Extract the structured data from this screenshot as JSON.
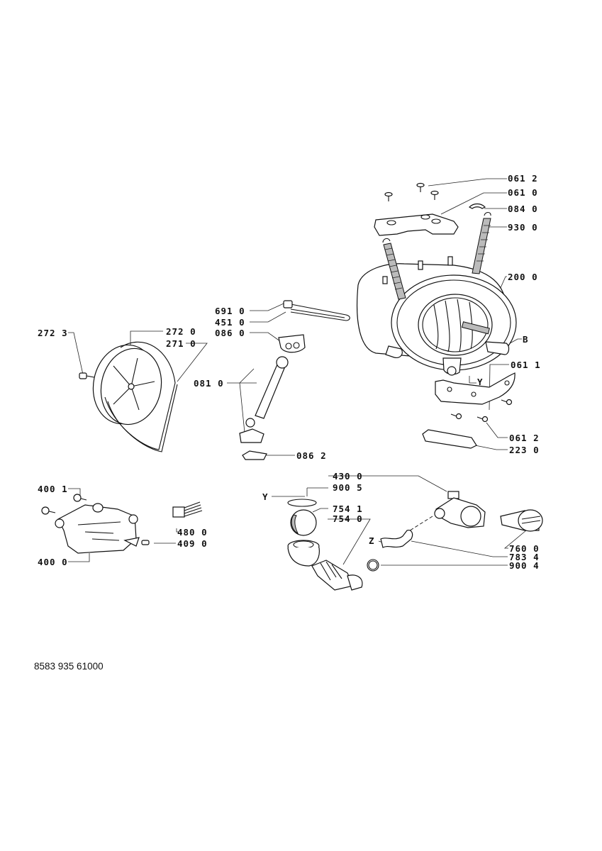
{
  "document": {
    "id": "8583 935 61000"
  },
  "labels": {
    "l0612a": "061 2",
    "l0610": "061 0",
    "l0840": "084 0",
    "l9300": "930 0",
    "l2000": "200 0",
    "lB": "B",
    "l0611": "061 1",
    "lY1": "Y",
    "l0612b": "061 2",
    "l2230": "223 0",
    "l6910": "691 0",
    "l4510": "451 0",
    "l0860": "086 0",
    "l2723": "272 3",
    "l2720": "272 0",
    "l2710": "271 0",
    "l0810": "081 0",
    "l0862": "086 2",
    "l4001": "400 1",
    "l4800": "480 0",
    "l4090": "409 0",
    "l4000": "400 0",
    "l4300": "430 0",
    "l9005": "900 5",
    "lY2": "Y",
    "l7541": "754 1",
    "l7540": "754 0",
    "lZ": "Z",
    "l7600": "760 0",
    "l7834": "783 4",
    "l9004": "900 4"
  }
}
